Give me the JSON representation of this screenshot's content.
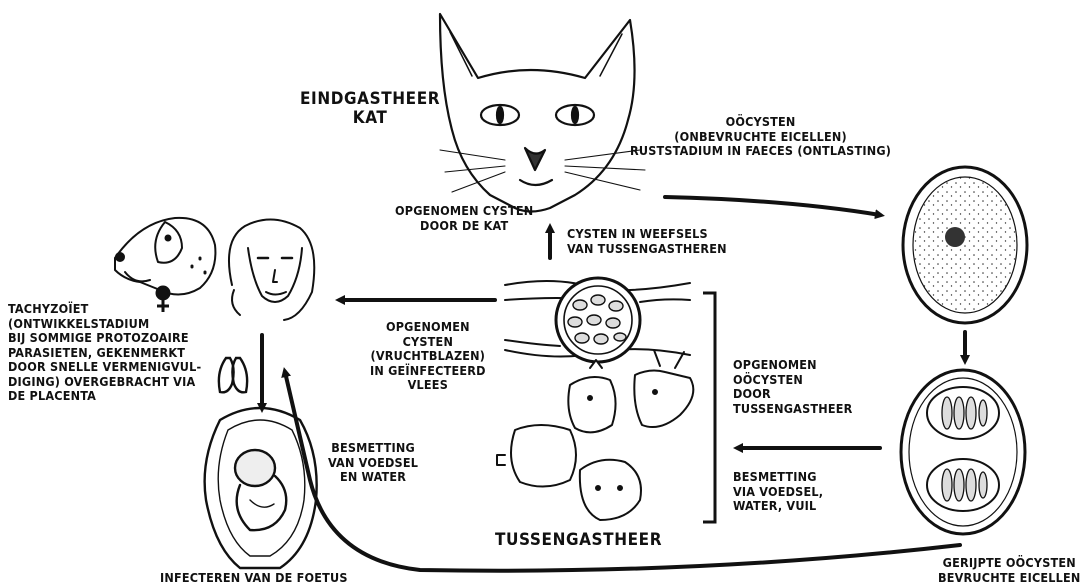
{
  "labels": {
    "eindgastheer": "EINDGASTHEER\nKAT",
    "oocysten_top": "OÖCYSTEN\n(ONBEVRUCHTE EICELLEN)\nRUSTSTADIUM IN FAECES (ONTLASTING)",
    "opgenomen_kat": "OPGENOMEN CYSTEN\nDOOR DE KAT",
    "cysten_weefsels": "CYSTEN IN WEEFSELS\nVAN TUSSENGASTHEREN",
    "tachyzoiet": "TACHYZOÏET\n(ONTWIKKELSTADIUM\nBIJ SOMMIGE PROTOZOAIRE\nPARASIETEN, GEKENMERKT\nDOOR SNELLE VERMENIGVUL-\nDIGING) OVERGEBRACHT VIA\nDE PLACENTA",
    "opgenomen_vlees": "OPGENOMEN\nCYSTEN\n(VRUCHTBLAZEN)\nIN GEÏNFECTEERD\nVLEES",
    "opgenomen_oocysten": "OPGENOMEN\nOÖCYSTEN\nDOOR\nTUSSENGASTHEER",
    "besmetting_voedsel": "BESMETTING\nVAN VOEDSEL\nEN WATER",
    "besmetting_via": "BESMETTING\nVIA VOEDSEL,\nWATER, VUIL",
    "tussengastheer": "TUSSENGASTHEER",
    "infecteren": "INFECTEREN VAN DE FOETUS",
    "gerijpte": "GERIJPTE OÖCYSTEN\nBEVRUCHTE EICELLEN"
  },
  "icons": {
    "cat": "cat-head-icon",
    "dog": "dog-head-icon",
    "woman": "woman-face-icon",
    "female": "female-symbol-icon",
    "lungs": "lungs-icon",
    "fetus": "fetus-in-uterus-icon",
    "tissue_cyst": "tissue-cyst-icon",
    "animals": "farm-animals-icon",
    "unsporulated_oocyst": "unsporulated-oocyst-icon",
    "sporulated_oocyst": "sporulated-oocyst-icon"
  }
}
